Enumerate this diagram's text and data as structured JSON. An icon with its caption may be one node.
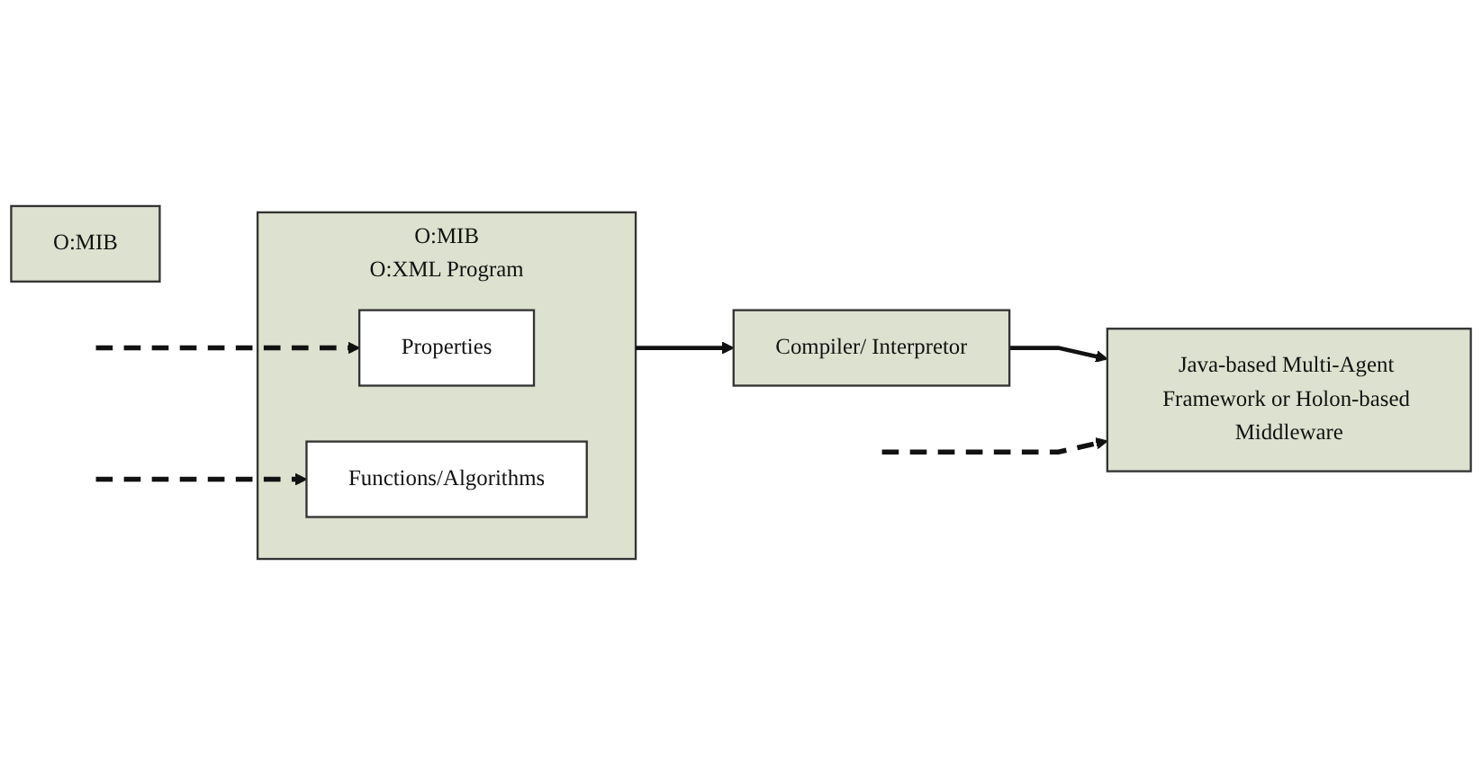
{
  "diagram": {
    "nodes": [
      {
        "text": [
          "O:MIB"
        ]
      },
      {
        "text": [
          "O:MIB",
          "O:XML Program"
        ]
      },
      {
        "text": [
          "Properties"
        ],
        "in": 1
      },
      {
        "text": [
          "Functions/Algorithms"
        ],
        "in": 1
      },
      {
        "text": [
          "Compiler/ Interpretor"
        ]
      },
      {
        "text": [
          "Java-based Multi-Agent Framework or Holon-based Middleware"
        ]
      }
    ],
    "edges": [
      {
        "from": 1,
        "to": 4,
        "arrow": "to"
      },
      {
        "from": 4,
        "to": 5,
        "arrow": "to"
      },
      {
        "from": null,
        "to": 2,
        "arrow": "to",
        "style": "dashed"
      },
      {
        "from": null,
        "to": 3,
        "arrow": "to",
        "style": "dashed"
      },
      {
        "from": null,
        "to": 5,
        "arrow": "to",
        "style": "dashed"
      }
    ]
  }
}
